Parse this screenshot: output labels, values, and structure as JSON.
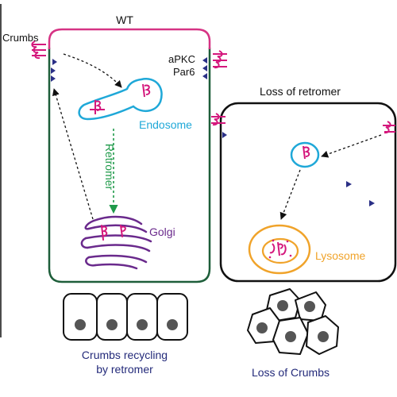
{
  "wt_panel": {
    "title": "WT",
    "crumbs_label": "Crumbs",
    "apkc_label": "aPKC",
    "par6_label": "Par6",
    "endosome_label": "Endosome",
    "retromer_label": "Retromer",
    "golgi_label": "Golgi",
    "caption_line1": "Crumbs recycling",
    "caption_line2": "by retromer"
  },
  "loss_panel": {
    "title": "Loss of retromer",
    "lysosome_label": "Lysosome",
    "caption": "Loss of Crumbs"
  },
  "colors": {
    "wt_apical_border": "#d63384",
    "wt_basolateral_border": "#1e5e3a",
    "crumbs": "#d4177c",
    "apkc_par6": "#2a2f86",
    "endosome": "#1fa8d8",
    "retromer": "#1f9a4a",
    "golgi": "#6a2a8c",
    "lysosome": "#f0a32a",
    "caption": "#232a7a",
    "loss_cell": "#111111"
  }
}
